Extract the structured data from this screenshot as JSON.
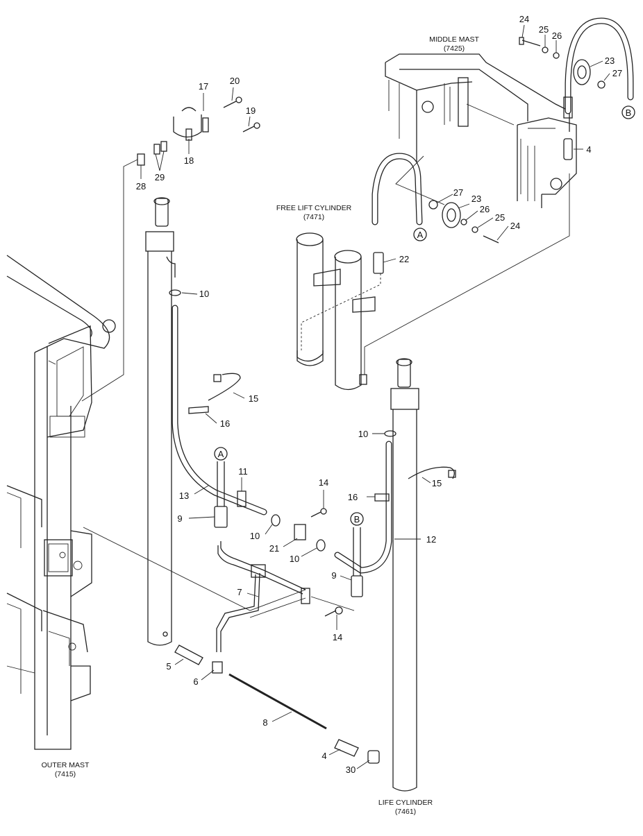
{
  "assemblies": {
    "middle_mast": {
      "name": "MIDDLE MAST",
      "code": "(7425)"
    },
    "free_lift_cylinder": {
      "name": "FREE LIFT CYLINDER",
      "code": "(7471)"
    },
    "outer_mast": {
      "name": "OUTER MAST",
      "code": "(7415)"
    },
    "life_cylinder": {
      "name": "LIFE CYLINDER",
      "code": "(7461)"
    }
  },
  "connectors": {
    "a": "A",
    "b": "B"
  },
  "callouts": {
    "c24_top": "24",
    "c25_top": "25",
    "c26_top": "26",
    "c23_top": "23",
    "c27_top": "27",
    "c4_top": "4",
    "c17": "17",
    "c20": "20",
    "c19": "19",
    "c18": "18",
    "c28": "28",
    "c29": "29",
    "c27_mid": "27",
    "c23_mid": "23",
    "c26_mid": "26",
    "c25_mid": "25",
    "c24_mid": "24",
    "c22": "22",
    "c10_top": "10",
    "c15_left": "15",
    "c16_left": "16",
    "c10_right": "10",
    "c15_right": "15",
    "c16_right": "16",
    "c11": "11",
    "c13": "13",
    "c9_left": "9",
    "c14_top": "14",
    "c10_mid": "10",
    "c21": "21",
    "c10_low": "10",
    "c12": "12",
    "c9_right": "9",
    "c7": "7",
    "c14_low": "14",
    "c5": "5",
    "c6": "6",
    "c8": "8",
    "c4_low": "4",
    "c30": "30"
  }
}
